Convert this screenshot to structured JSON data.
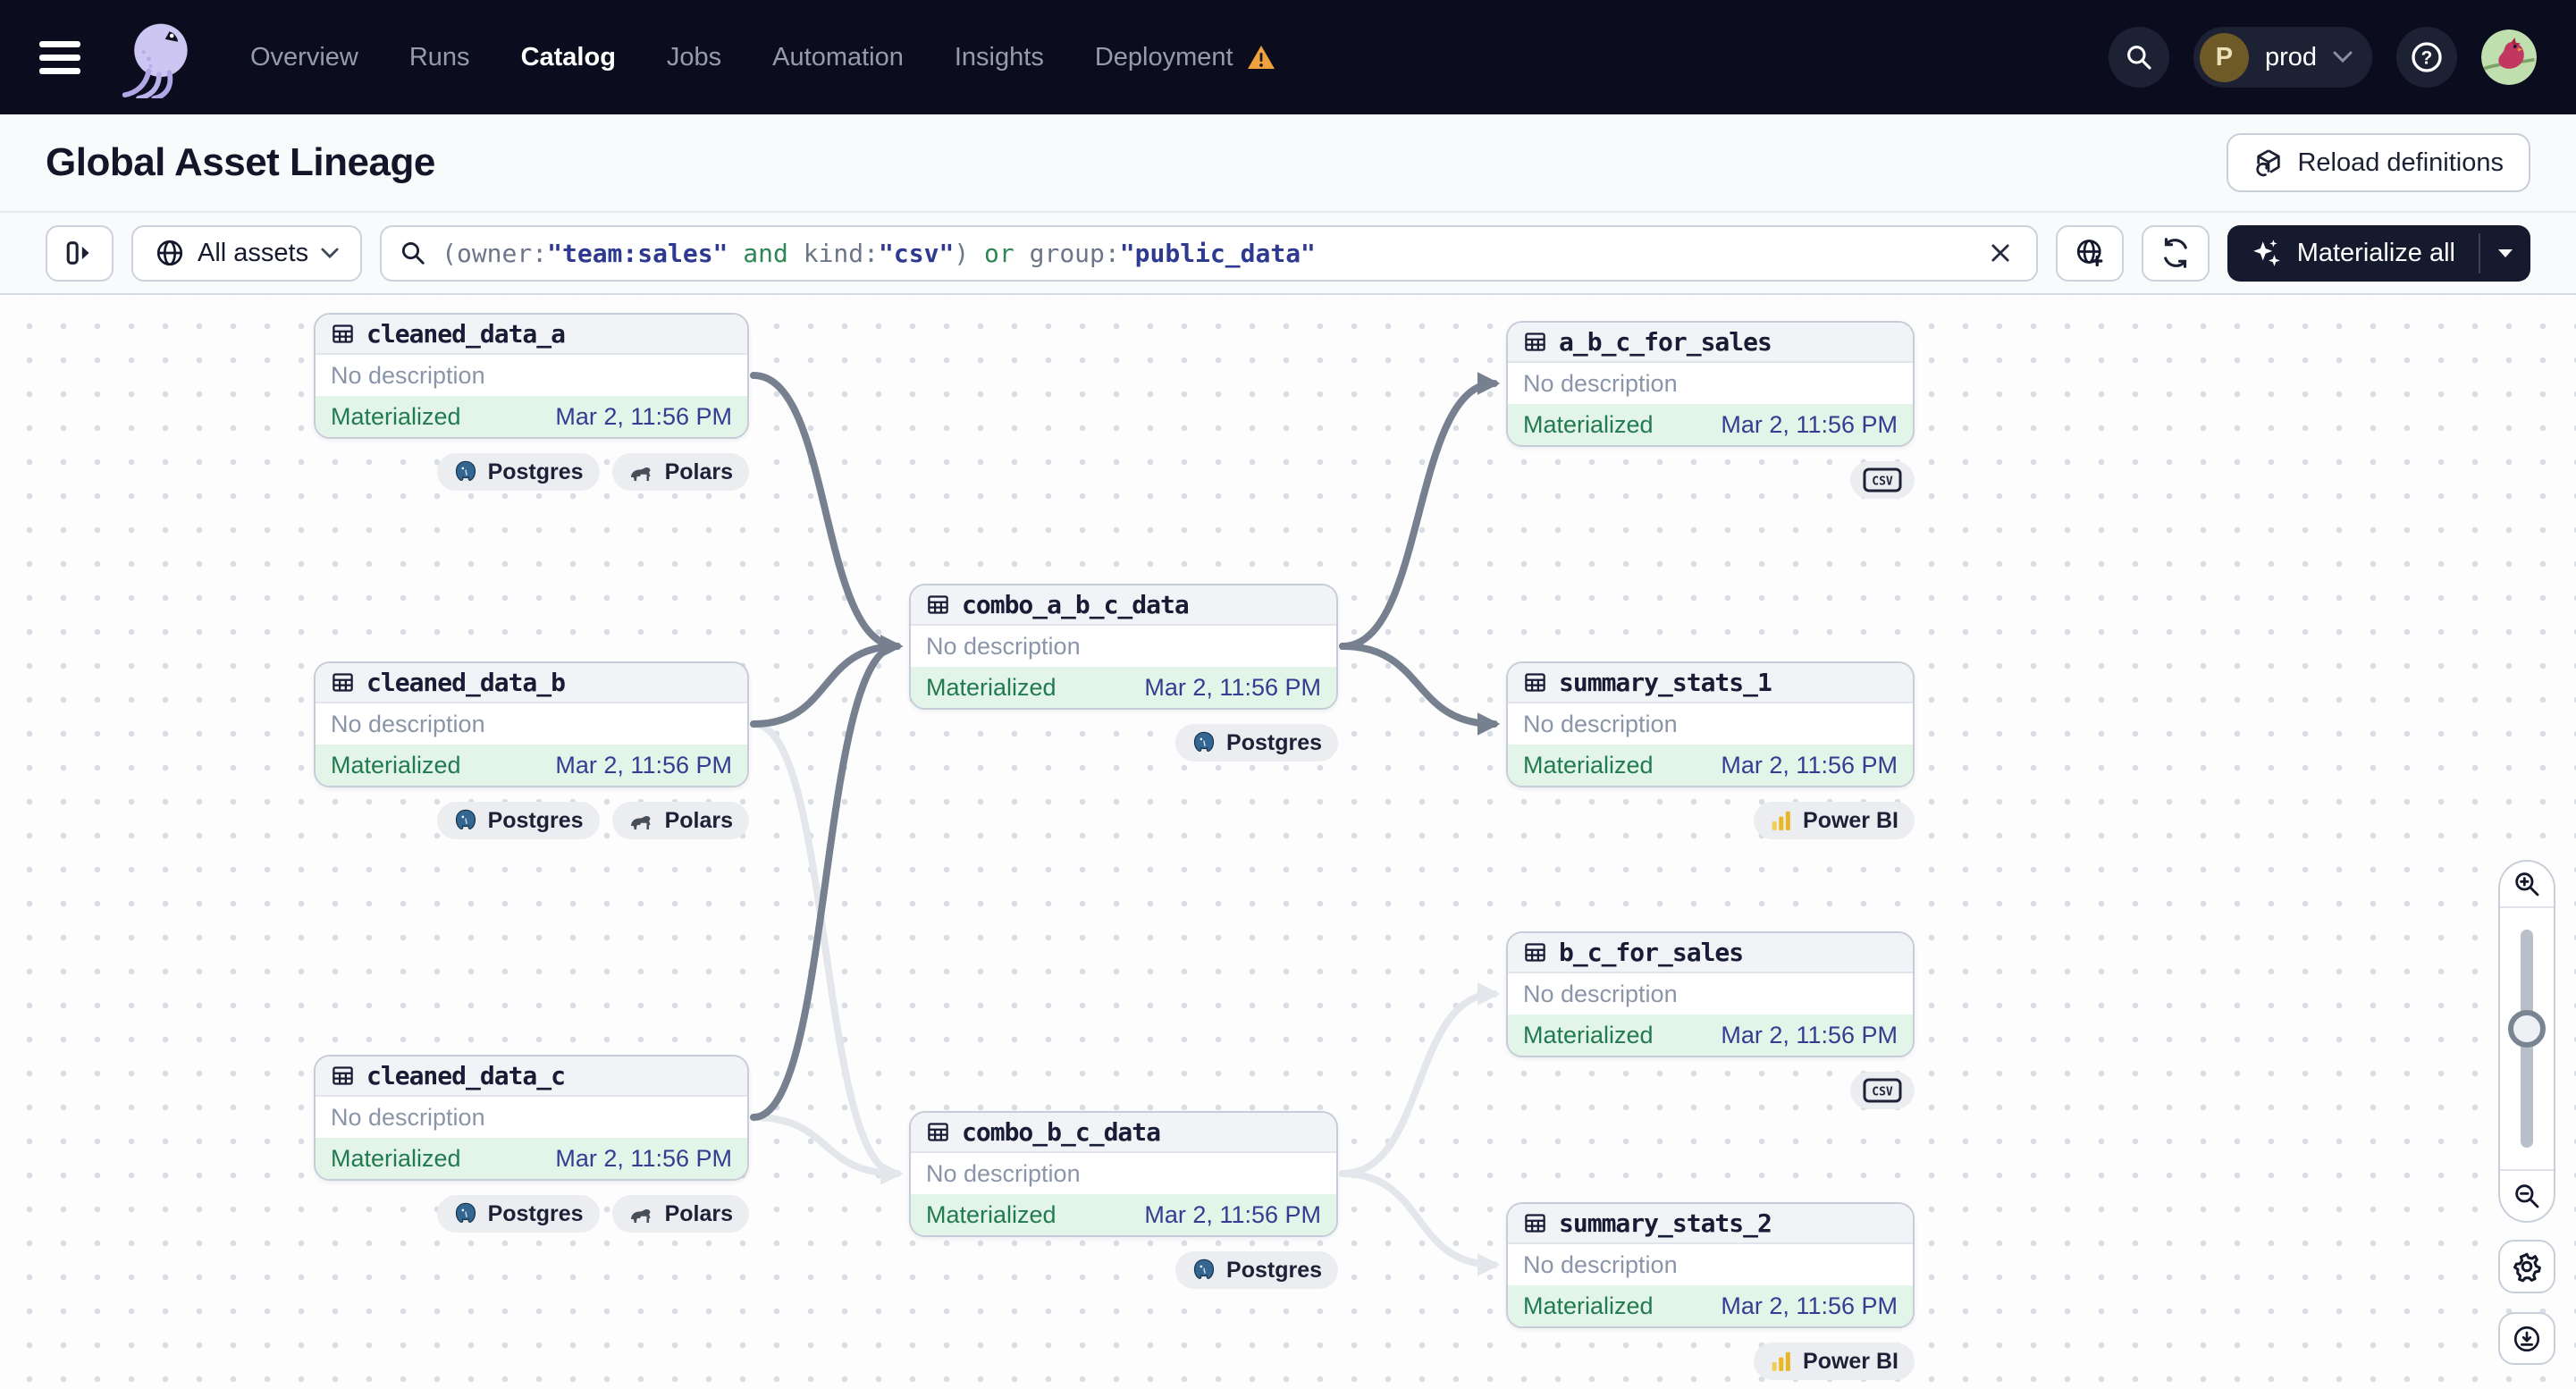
{
  "topnav": {
    "items": [
      {
        "label": "Overview"
      },
      {
        "label": "Runs"
      },
      {
        "label": "Catalog"
      },
      {
        "label": "Jobs"
      },
      {
        "label": "Automation"
      },
      {
        "label": "Insights"
      },
      {
        "label": "Deployment"
      }
    ],
    "active_item": "Catalog",
    "deployment_has_warning": true,
    "environment": {
      "initial": "P",
      "name": "prod"
    }
  },
  "page_header": {
    "title": "Global Asset Lineage",
    "reload_button": "Reload definitions"
  },
  "toolbar": {
    "scope_label": "All assets",
    "materialize_label": "Materialize all",
    "query_tokens": [
      {
        "text": "(owner:",
        "type": "plain"
      },
      {
        "text": "\"team:sales\"",
        "type": "value"
      },
      {
        "text": " ",
        "type": "plain"
      },
      {
        "text": "and",
        "type": "keyword"
      },
      {
        "text": " kind:",
        "type": "plain"
      },
      {
        "text": "\"csv\"",
        "type": "value"
      },
      {
        "text": ") ",
        "type": "plain"
      },
      {
        "text": "or",
        "type": "keyword"
      },
      {
        "text": " group:",
        "type": "plain"
      },
      {
        "text": "\"public_data\"",
        "type": "value"
      }
    ]
  },
  "graph": {
    "nodes": [
      {
        "id": "cleaned_data_a",
        "name": "cleaned_data_a",
        "description": "No description",
        "status": "Materialized",
        "timestamp": "Mar 2, 11:56 PM",
        "badges": [
          {
            "icon": "postgres-icon",
            "label": "Postgres"
          },
          {
            "icon": "polars-icon",
            "label": "Polars"
          }
        ]
      },
      {
        "id": "cleaned_data_b",
        "name": "cleaned_data_b",
        "description": "No description",
        "status": "Materialized",
        "timestamp": "Mar 2, 11:56 PM",
        "badges": [
          {
            "icon": "postgres-icon",
            "label": "Postgres"
          },
          {
            "icon": "polars-icon",
            "label": "Polars"
          }
        ]
      },
      {
        "id": "cleaned_data_c",
        "name": "cleaned_data_c",
        "description": "No description",
        "status": "Materialized",
        "timestamp": "Mar 2, 11:56 PM",
        "badges": [
          {
            "icon": "postgres-icon",
            "label": "Postgres"
          },
          {
            "icon": "polars-icon",
            "label": "Polars"
          }
        ]
      },
      {
        "id": "combo_a_b_c_data",
        "name": "combo_a_b_c_data",
        "description": "No description",
        "status": "Materialized",
        "timestamp": "Mar 2, 11:56 PM",
        "badges": [
          {
            "icon": "postgres-icon",
            "label": "Postgres"
          }
        ]
      },
      {
        "id": "combo_b_c_data",
        "name": "combo_b_c_data",
        "description": "No description",
        "status": "Materialized",
        "timestamp": "Mar 2, 11:56 PM",
        "badges": [
          {
            "icon": "postgres-icon",
            "label": "Postgres"
          }
        ]
      },
      {
        "id": "a_b_c_for_sales",
        "name": "a_b_c_for_sales",
        "description": "No description",
        "status": "Materialized",
        "timestamp": "Mar 2, 11:56 PM",
        "badges": [
          {
            "icon": "csv-icon",
            "label": ""
          }
        ]
      },
      {
        "id": "summary_stats_1",
        "name": "summary_stats_1",
        "description": "No description",
        "status": "Materialized",
        "timestamp": "Mar 2, 11:56 PM",
        "badges": [
          {
            "icon": "powerbi-icon",
            "label": "Power BI"
          }
        ]
      },
      {
        "id": "b_c_for_sales",
        "name": "b_c_for_sales",
        "description": "No description",
        "status": "Materialized",
        "timestamp": "Mar 2, 11:56 PM",
        "badges": [
          {
            "icon": "csv-icon",
            "label": ""
          }
        ]
      },
      {
        "id": "summary_stats_2",
        "name": "summary_stats_2",
        "description": "No description",
        "status": "Materialized",
        "timestamp": "Mar 2, 11:56 PM",
        "badges": [
          {
            "icon": "powerbi-icon",
            "label": "Power BI"
          }
        ]
      }
    ],
    "edges": [
      {
        "from": "cleaned_data_a",
        "to": "combo_a_b_c_data",
        "style": "strong"
      },
      {
        "from": "cleaned_data_b",
        "to": "combo_a_b_c_data",
        "style": "strong"
      },
      {
        "from": "cleaned_data_c",
        "to": "combo_a_b_c_data",
        "style": "strong"
      },
      {
        "from": "cleaned_data_b",
        "to": "combo_b_c_data",
        "style": "dim"
      },
      {
        "from": "cleaned_data_c",
        "to": "combo_b_c_data",
        "style": "dim"
      },
      {
        "from": "combo_a_b_c_data",
        "to": "a_b_c_for_sales",
        "style": "strong"
      },
      {
        "from": "combo_a_b_c_data",
        "to": "summary_stats_1",
        "style": "strong"
      },
      {
        "from": "combo_b_c_data",
        "to": "b_c_for_sales",
        "style": "dim"
      },
      {
        "from": "combo_b_c_data",
        "to": "summary_stats_2",
        "style": "dim"
      }
    ]
  },
  "colors": {
    "topnav_bg": "#0b0d1e",
    "accent_dark": "#161a2e",
    "status_materialized_bg": "#e3f4e9",
    "status_materialized_text": "#227a4f",
    "timestamp_text": "#333d92",
    "edge_strong": "#77808f",
    "edge_dim": "#e3e6ea",
    "warning": "#f0a13c"
  }
}
